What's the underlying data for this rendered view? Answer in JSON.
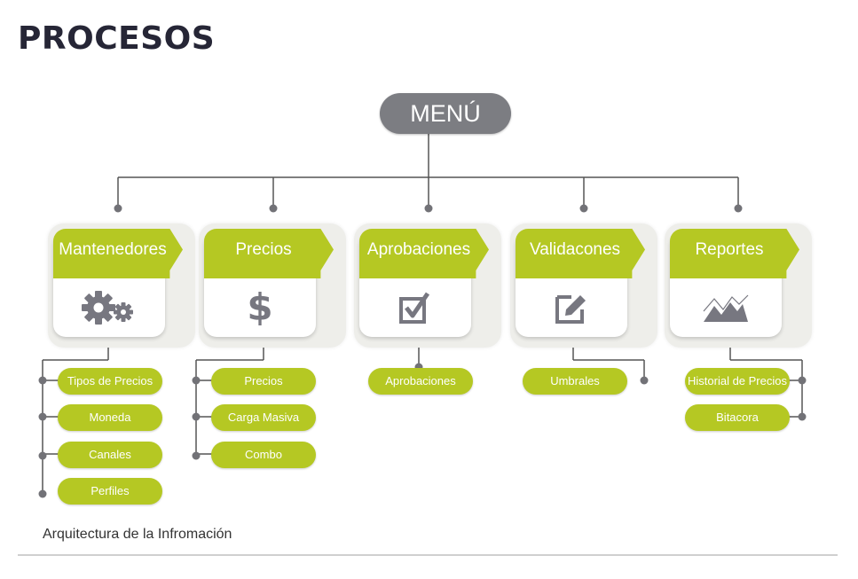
{
  "title": "PROCESOS",
  "menu_label": "MENÚ",
  "categories": [
    {
      "label": "Mantenedores",
      "icon": "gears-icon",
      "items": [
        "Tipos de Precios",
        "Moneda",
        "Canales",
        "Perfiles"
      ]
    },
    {
      "label": "Precios",
      "icon": "dollar-icon",
      "items": [
        "Precios",
        "Carga Masiva",
        "Combo"
      ]
    },
    {
      "label": "Aprobaciones",
      "icon": "checkbox-icon",
      "items": [
        "Aprobaciones"
      ]
    },
    {
      "label": "Validacones",
      "icon": "edit-icon",
      "items": [
        "Umbrales"
      ]
    },
    {
      "label": "Reportes",
      "icon": "chart-icon",
      "items": [
        "Historial de Precios",
        "Bitacora"
      ]
    }
  ],
  "caption": "Arquitectura de la Infromación",
  "colors": {
    "accent": "#b5c823",
    "menu": "#7c7d82",
    "title": "#262636",
    "connector": "#555555"
  }
}
